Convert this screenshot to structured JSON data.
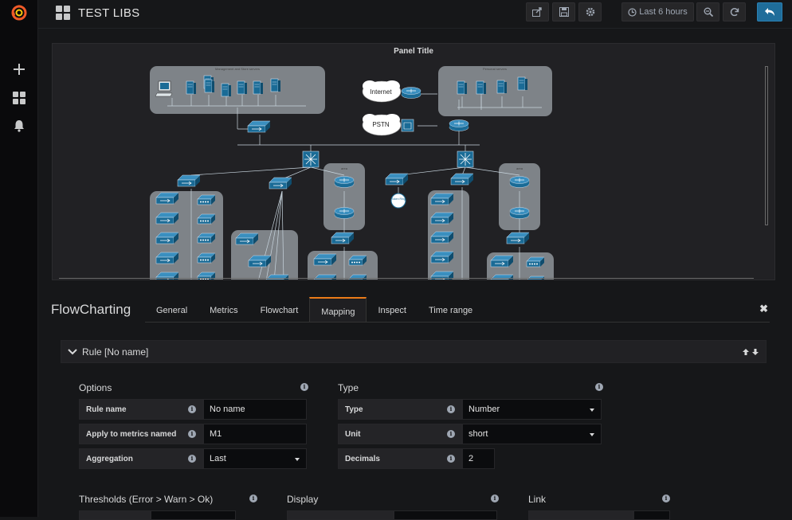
{
  "dashboard": {
    "title": "TEST LIBS"
  },
  "toolbar": {
    "time_range_label": "Last 6 hours"
  },
  "panel": {
    "title": "Panel Title",
    "diagram": {
      "group_label_1": "Management and Store servers",
      "group_label_2": "Personal servers",
      "cloud_internet": "Internet",
      "cloud_pstn": "PSTN",
      "label_area1": "area",
      "label_area2": "area",
      "label_token": "Token Ring"
    }
  },
  "editor": {
    "title": "FlowCharting",
    "tabs": [
      {
        "label": "General"
      },
      {
        "label": "Metrics"
      },
      {
        "label": "Flowchart"
      },
      {
        "label": "Mapping"
      },
      {
        "label": "Inspect"
      },
      {
        "label": "Time range"
      }
    ],
    "close_symbol": "✖",
    "rule": {
      "title": "Rule [No name]"
    },
    "options": {
      "title": "Options",
      "rows": [
        {
          "label": "Rule name",
          "value": "No name"
        },
        {
          "label": "Apply to metrics named",
          "value": "M1"
        },
        {
          "label": "Aggregation",
          "value": "Last"
        }
      ]
    },
    "type": {
      "title": "Type",
      "rows": [
        {
          "label": "Type",
          "value": "Number"
        },
        {
          "label": "Unit",
          "value": "short"
        },
        {
          "label": "Decimals",
          "value": "2"
        }
      ]
    },
    "thresholds": {
      "title": "Thresholds (Error > Warn > Ok)"
    },
    "display": {
      "title": "Display"
    },
    "link": {
      "title": "Link"
    }
  },
  "colors": {
    "accent": "#eb7b18",
    "primary_button": "#1f6d9a",
    "device": "#1a6b96"
  }
}
